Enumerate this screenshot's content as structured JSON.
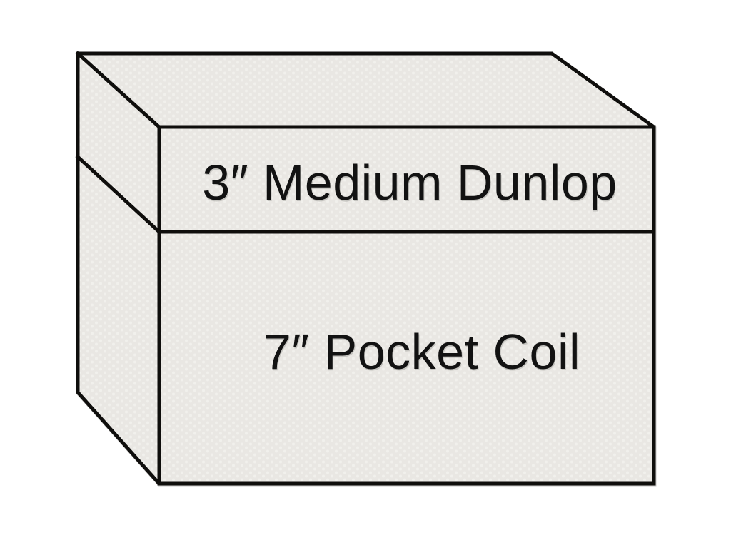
{
  "diagram": {
    "kind": "mattress-layer-cross-section-box",
    "layers": [
      {
        "label": "3″ Medium Dunlop"
      },
      {
        "label": "7″ Pocket Coil"
      }
    ],
    "colors": {
      "background": "#ffffff",
      "face_fill": "#e9e7e3",
      "texture_dot": "#f1f0ec",
      "outline": "#0f0e0c",
      "label_text": "#121212"
    }
  }
}
